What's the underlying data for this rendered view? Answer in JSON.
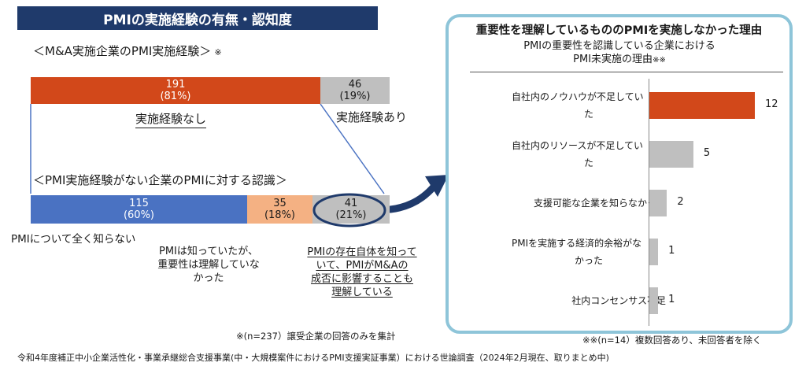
{
  "left": {
    "title": "PMIの実施経験の有無・認知度",
    "section1": {
      "label": "＜M&A実施企業のPMI実施経験＞",
      "note": "※",
      "segments": [
        {
          "count": "191",
          "pct": "(81%)",
          "caption": "実施経験なし"
        },
        {
          "count": "46",
          "pct": "(19%)",
          "caption": "実施経験あり"
        }
      ]
    },
    "section2": {
      "label": "＜PMI実施経験がない企業のPMIに対する認識＞",
      "segments": [
        {
          "count": "115",
          "pct": "(60%)",
          "caption": "PMIについて全く知らない"
        },
        {
          "count": "35",
          "pct": "(18%)",
          "caption_lines": [
            "PMIは知っていたが、",
            "重要性は理解していな",
            "かった"
          ]
        },
        {
          "count": "41",
          "pct": "(21%)",
          "caption_lines": [
            "PMIの存在自体を知っ",
            "て",
            "いて、PMIがM&A",
            "の",
            "成否に影響することも",
            "理解している"
          ]
        }
      ]
    },
    "footnote": "※(n=237）譲受企業の回答のみを集計"
  },
  "right": {
    "title": "重要性を理解しているもののPMIを実施しなかった理由",
    "subtitle_line1": "PMIの重要性を認識している企業における",
    "subtitle_line2": "PMI未実施の理由",
    "subtitle_note": "※※",
    "footnote": "※※(n=14）複数回答あり、未回答者を除く"
  },
  "source": "令和4年度補正中小企業活性化・事業承継総合支援事業(中・大規模案件におけるPMI支援実証事業）における世論調査（2024年2月現在、取りまとめ中)",
  "colors": {
    "orange": "#d2481a",
    "gray": "#bfbfbf",
    "blue": "#4a72c2",
    "peach": "#f4b183",
    "navy": "#1f3a6b",
    "frame": "#8ec5d9"
  },
  "chart_data": [
    {
      "type": "bar",
      "orientation": "horizontal-stacked",
      "title": "＜M&A実施企業のPMI実施経験＞",
      "categories": [
        "実施経験なし",
        "実施経験あり"
      ],
      "values": [
        191,
        46
      ],
      "percentages": [
        81,
        19
      ]
    },
    {
      "type": "bar",
      "orientation": "horizontal-stacked",
      "title": "＜PMI実施経験がない企業のPMIに対する認識＞",
      "categories": [
        "PMIについて全く知らない",
        "PMIは知っていたが、重要性は理解していなかった",
        "PMIの存在自体を知っていて、PMIがM&Aの成否に影響することも理解している"
      ],
      "values": [
        115,
        35,
        41
      ],
      "percentages": [
        60,
        18,
        21
      ]
    },
    {
      "type": "bar",
      "orientation": "horizontal",
      "title": "重要性を理解しているもののPMIを実施しなかった理由",
      "categories": [
        "自社内のノウハウが不足していた",
        "自社内のリソースが不足していた",
        "支援可能な企業を知らなかった",
        "PMIを実施する経済的余裕がなかった",
        "社内コンセンサス不足"
      ],
      "category_lines": [
        [
          "自社内のノウハウが不足してい",
          "た"
        ],
        [
          "自社内のリソースが不足してい",
          "た"
        ],
        [
          "支援可能な企業を知らなかった"
        ],
        [
          "PMIを実施する経済的余裕がな",
          "かった"
        ],
        [
          "社内コンセンサス不足"
        ]
      ],
      "values": [
        12,
        5,
        2,
        1,
        1
      ],
      "highlight_index": 0
    }
  ]
}
